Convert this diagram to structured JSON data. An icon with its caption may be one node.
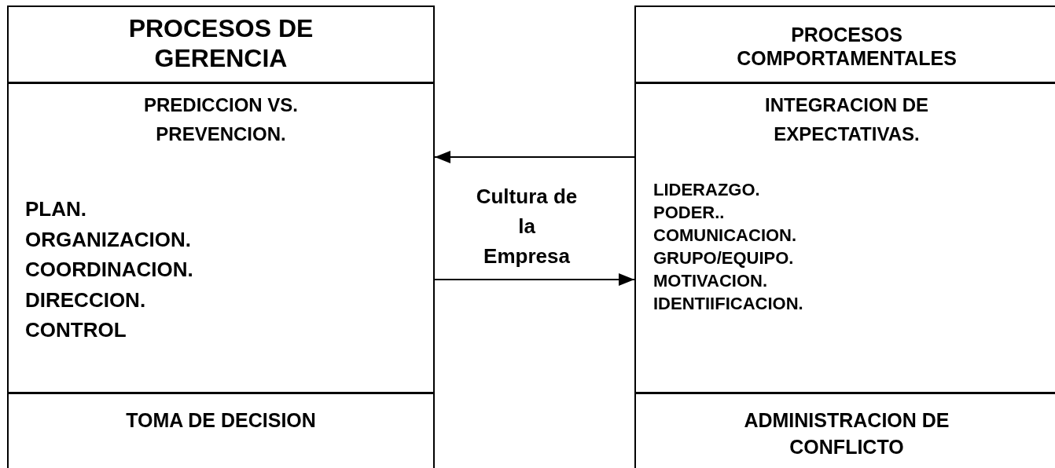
{
  "diagram": {
    "nodes": [
      {
        "text": [
          "PROCESOS DE GERENCIA"
        ]
      },
      {
        "text": [
          "PREDICCION VS. PREVENCION.",
          "PLAN.",
          "ORGANIZACION.",
          "COORDINACION.",
          "DIRECCION.",
          "CONTROL"
        ]
      },
      {
        "text": [
          "TOMA DE DECISION"
        ]
      },
      {
        "text": [
          "PROCESOS COMPORTAMENTALES"
        ]
      },
      {
        "text": [
          "INTEGRACION DE EXPECTATIVAS.",
          "LIDERAZGO.",
          "PODER..",
          "COMUNICACION.",
          "GRUPO/EQUIPO.",
          "MOTIVACION.",
          "IDENTIIFICACION."
        ]
      },
      {
        "text": [
          "ADMINISTRACION DE CONFLICTO"
        ]
      }
    ],
    "edges": [
      {
        "from": 4,
        "to": 1,
        "arrow": "to"
      },
      {
        "from": 1,
        "to": 4,
        "arrow": "to"
      }
    ],
    "labels": [
      "Cultura de la Empresa"
    ]
  }
}
